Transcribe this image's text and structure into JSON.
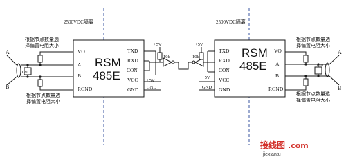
{
  "diagram": {
    "isolation_left": "2500VDC隔离",
    "isolation_right": "2500VDC隔离",
    "bias_note_line1": "根据节点数量选",
    "bias_note_line2": "择偏置电阻大小",
    "left_module": {
      "name_line1": "RSM",
      "name_line2": "485E",
      "left_pins": [
        "VO",
        "A",
        "B",
        "RGND"
      ],
      "right_pins": [
        "TXD",
        "RXD",
        "CON",
        "VCC",
        "GND"
      ]
    },
    "right_module": {
      "name_line1": "RSM",
      "name_line2": "485E",
      "left_pins": [
        "TXD",
        "RXD",
        "CON",
        "VCC",
        "GND"
      ],
      "right_pins": [
        "VO",
        "A",
        "B",
        "RGND"
      ]
    },
    "terminal_a": "A",
    "terminal_b": "B",
    "termination_resistor": "120",
    "pullup_resistor": "10k",
    "supply_label": "+5V",
    "gnd_label": "GND"
  },
  "watermark": {
    "brand": "接线图",
    "suffix": ".com",
    "url": "jiexiantu"
  }
}
